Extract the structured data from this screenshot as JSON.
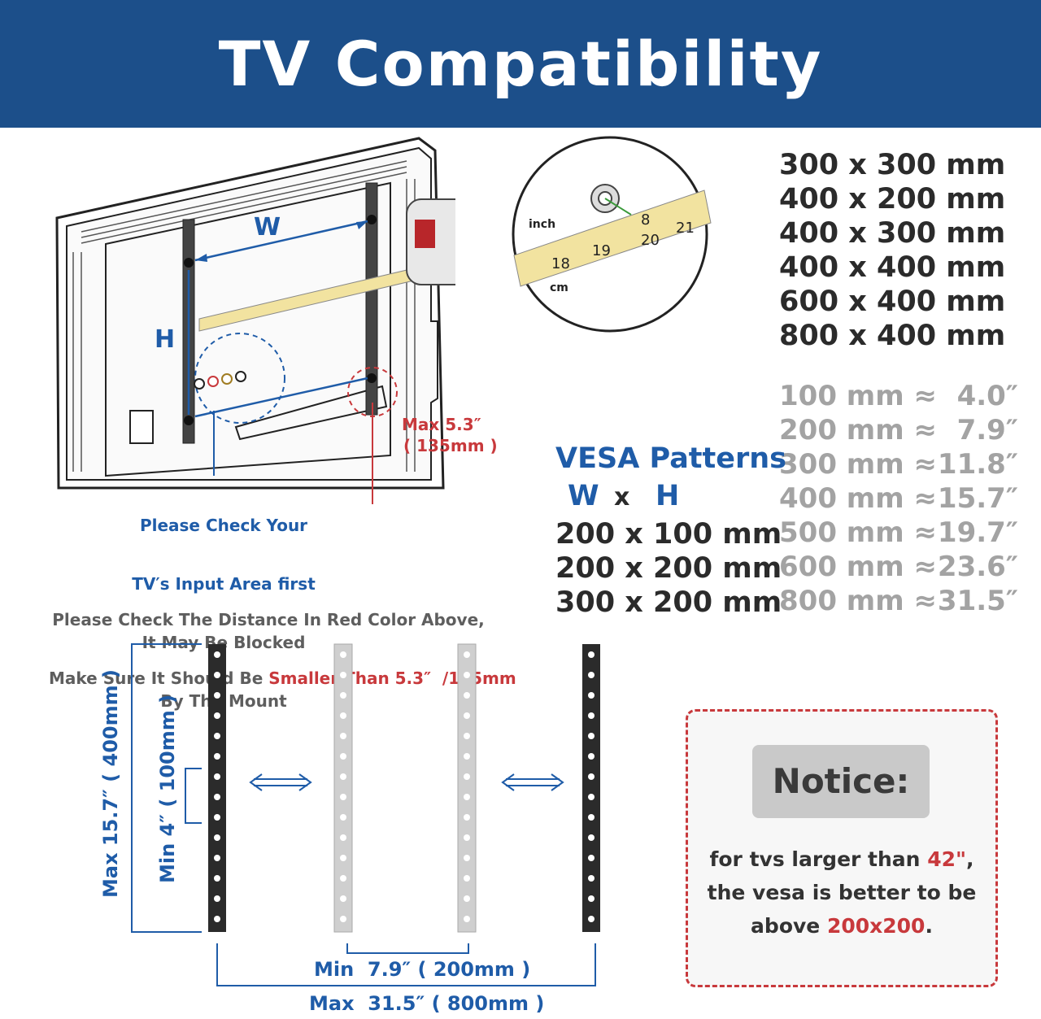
{
  "header": {
    "title": "TV  Compatibility"
  },
  "vesa_large_list": [
    "300 x 300 mm",
    "400 x 200 mm",
    "400 x 300 mm",
    "400 x 400 mm",
    "600 x 400 mm",
    "800 x 400 mm"
  ],
  "vesa_section": {
    "title": "VESA Patterns",
    "w": "W",
    "x": "x",
    "h": "H",
    "list": [
      "200 x 100 mm",
      "200 x 200 mm",
      "300 x 200 mm"
    ]
  },
  "conversions": [
    {
      "mm": "100 mm ≈",
      "inch": "4.0″"
    },
    {
      "mm": "200 mm ≈",
      "inch": "7.9″"
    },
    {
      "mm": "300 mm ≈",
      "inch": "11.8″"
    },
    {
      "mm": "400 mm ≈",
      "inch": "15.7″"
    },
    {
      "mm": "500 mm ≈",
      "inch": "19.7″"
    },
    {
      "mm": "600 mm ≈",
      "inch": "23.6″"
    },
    {
      "mm": "800 mm ≈",
      "inch": "31.5″"
    }
  ],
  "tv_diagram": {
    "w_label": "W",
    "h_label": "H",
    "max_label": "Max  5.3″",
    "max_mm": "( 135mm )",
    "input_check_line1": "Please Check Your",
    "input_check_line2": "TV′s Input Area first",
    "input_check_line3": "It May Be Blocked",
    "input_check_line4": "By The Mount",
    "distance_line1": "Please Check The Distance In Red Color Above,",
    "distance_line2_prefix": "Make Sure It Should Be ",
    "distance_line2_red": "Smaller Than 5.3″  /135mm"
  },
  "tape_zoom": {
    "inch_label": "inch",
    "cm_label": "cm",
    "ticks": [
      "8",
      "20",
      "21",
      "18",
      "19"
    ]
  },
  "brackets": {
    "max_height": "Max  15.7″ ( 400mm )",
    "min_height": "Min  4″ ( 100mm )",
    "min_width": "Min  7.9″ ( 200mm )",
    "max_width": "Max  31.5″ ( 800mm )"
  },
  "notice": {
    "title": "Notice:",
    "line1_prefix": "for tvs larger than ",
    "line1_red": "42\"",
    "line1_suffix": ",",
    "line2": "the vesa is better to be",
    "line3_prefix": "above ",
    "line3_red": "200x200",
    "line3_suffix": "."
  },
  "colors": {
    "banner": "#1c4f8a",
    "accent_blue": "#1f5ca8",
    "accent_red": "#c8393c"
  }
}
